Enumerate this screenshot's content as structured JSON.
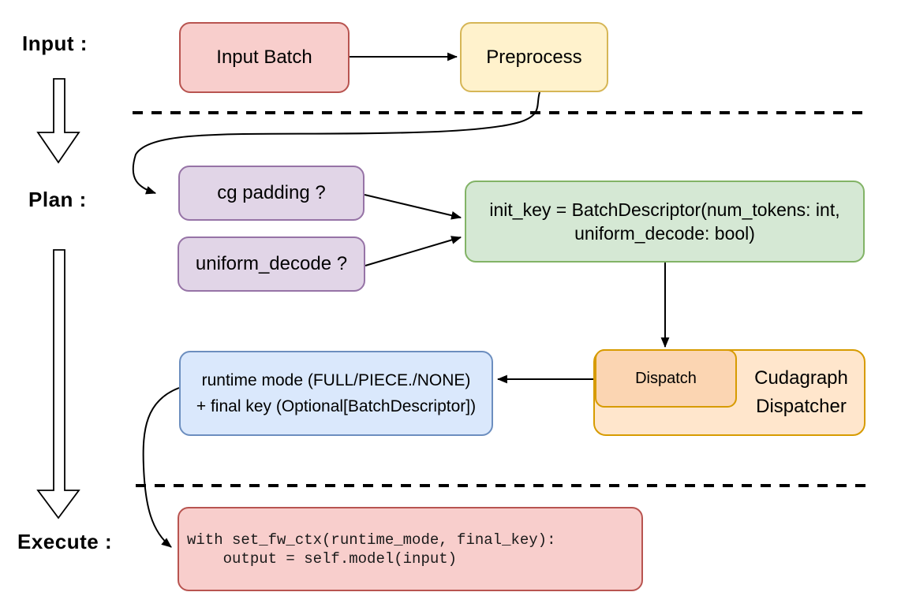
{
  "stage_labels": {
    "input": "Input :",
    "plan": "Plan :",
    "execute": "Execute :"
  },
  "nodes": {
    "input_batch": {
      "label": "Input Batch"
    },
    "preprocess": {
      "label": "Preprocess"
    },
    "cg_padding": {
      "label": "cg padding ?"
    },
    "uniform_decode": {
      "label": "uniform_decode ?"
    },
    "init_key": {
      "line1": "init_key = BatchDescriptor(num_tokens: int,",
      "line2": "uniform_decode: bool)"
    },
    "dispatch": {
      "label": "Dispatch"
    },
    "cudagraph_dispatcher": {
      "line1": "Cudagraph",
      "line2": "Dispatcher"
    },
    "runtime_mode": {
      "line1": "runtime mode (FULL/PIECE./NONE)",
      "line2": "+ final key (Optional[BatchDescriptor])"
    },
    "execute_code": {
      "line1": "with set_fw_ctx(runtime_mode, final_key):",
      "line2": "    output = self.model(input)"
    }
  },
  "colors": {
    "red_fill": "#f8cecc",
    "red_stroke": "#b85450",
    "yellow_fill": "#fff2cc",
    "yellow_stroke": "#d6b656",
    "purple_fill": "#e1d5e7",
    "purple_stroke": "#9673a6",
    "green_fill": "#d5e8d4",
    "green_stroke": "#82b366",
    "blue_fill": "#dae8fc",
    "blue_stroke": "#6c8ebf",
    "orange_fill": "#ffe6cc",
    "orange_inner_fill": "#fbd5b2",
    "orange_stroke": "#d79b00",
    "line_color": "#000000"
  }
}
